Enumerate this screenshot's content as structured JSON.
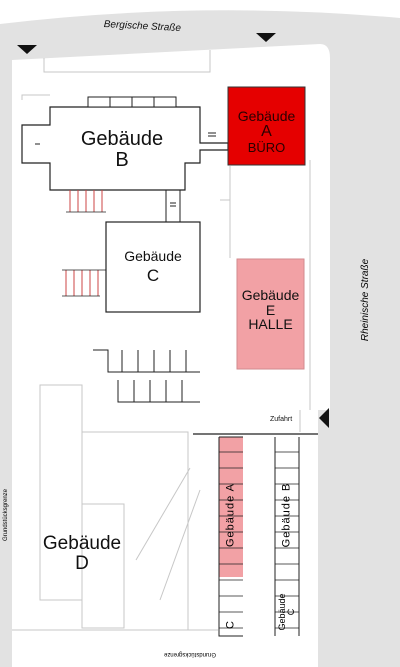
{
  "colors": {
    "street": "#e2e2e2",
    "outline": "#222222",
    "faint_line": "#c7c7c7",
    "office_red": "#e50000",
    "hall_pink": "#f2a1a5",
    "stripe_red": "#cc4444"
  },
  "streets": {
    "north": "Bergische Straße",
    "east": "Rheinische Straße"
  },
  "labels": {
    "driveway": "Zufahrt",
    "boundary_west": "Grundstücksgrenze",
    "boundary_south": "Grundstücksgrenze"
  },
  "buildings": {
    "a": {
      "line1": "Gebäude",
      "line2": "A",
      "line3": "BÜRO"
    },
    "b": {
      "line1": "Gebäude",
      "line2": "B"
    },
    "c": {
      "line1": "Gebäude",
      "line2": "C"
    },
    "d": {
      "line1": "Gebäude",
      "line2": "D"
    },
    "e": {
      "line1": "Gebäude",
      "line2": "E",
      "line3": "HALLE"
    }
  },
  "parking": {
    "row1": {
      "label": "Gebäude A"
    },
    "row1_end": {
      "label": "C"
    },
    "row2": {
      "label": "Gebäude B"
    },
    "row2_end": {
      "line1": "Gebäude",
      "line2": "C"
    }
  },
  "markers": [
    {
      "name": "entrance-marker-northwest",
      "direction": "down"
    },
    {
      "name": "entrance-marker-northeast",
      "direction": "down"
    },
    {
      "name": "entrance-marker-east",
      "direction": "left"
    }
  ]
}
